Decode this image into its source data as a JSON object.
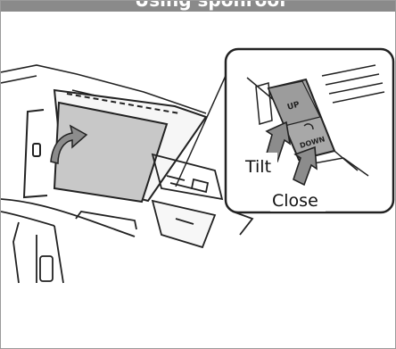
{
  "header": {
    "title": "Using sponroof"
  },
  "switch": {
    "up_label": "UP",
    "down_label": "DOWN"
  },
  "callouts": {
    "tilt": "Tilt",
    "close": "Close"
  },
  "icons": {
    "rotate_arrow": "curved-arrow-icon",
    "press_arrow": "press-arrow-icon"
  },
  "colors": {
    "header": "#8a8a8a",
    "glass": "#c8c8c8",
    "switch_gray": "#a8a8a8",
    "arrow": "#8c8c8c",
    "line": "#222222"
  }
}
